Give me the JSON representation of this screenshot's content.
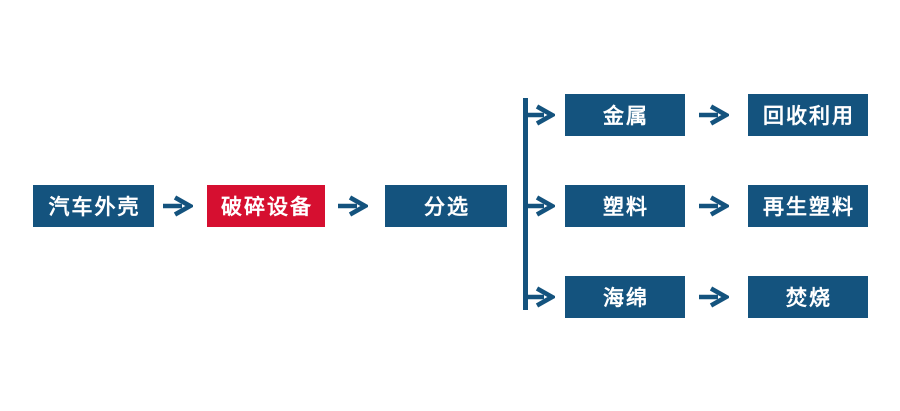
{
  "diagram": {
    "type": "flowchart",
    "colors": {
      "node_blue": "#14537e",
      "node_red": "#d60f30",
      "node_text": "#ffffff",
      "background": "#ffffff"
    },
    "main_flow": {
      "nodes": [
        {
          "label": "汽车外壳"
        },
        {
          "label": "破碎设备"
        },
        {
          "label": "分选"
        }
      ]
    },
    "branches": [
      {
        "material": "金属",
        "outcome": "回收利用"
      },
      {
        "material": "塑料",
        "outcome": "再生塑料"
      },
      {
        "material": "海绵",
        "outcome": "焚烧"
      }
    ]
  }
}
